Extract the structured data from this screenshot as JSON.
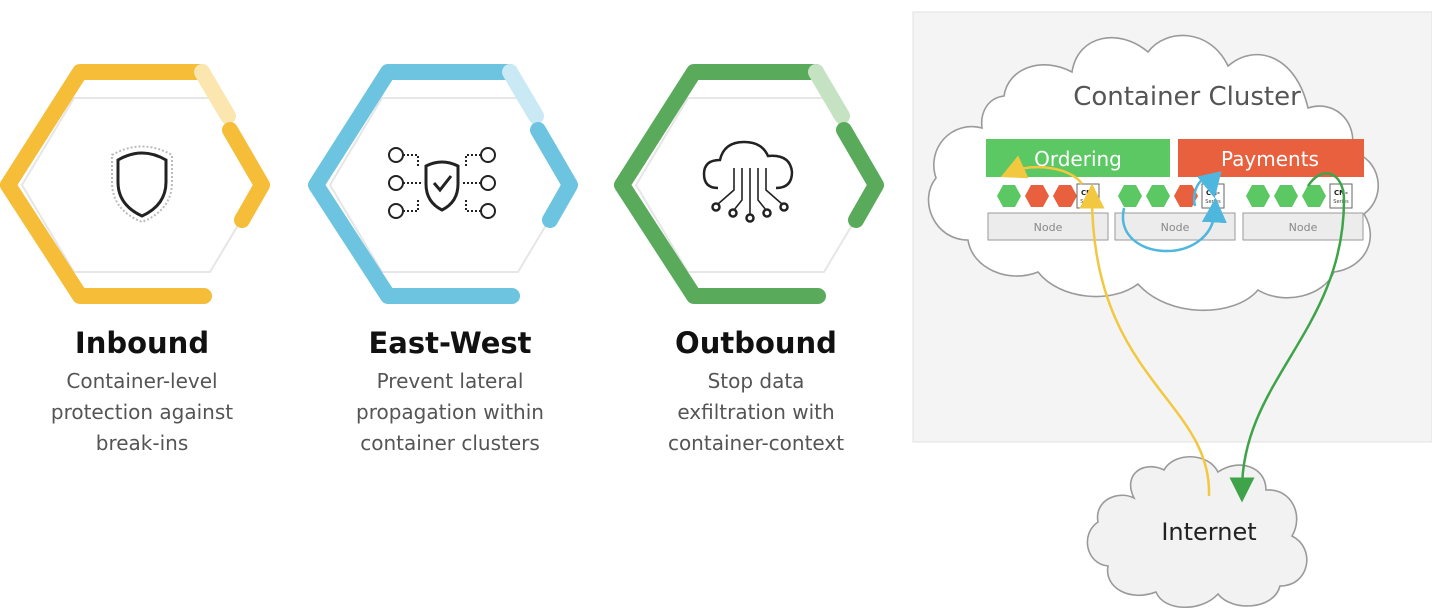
{
  "features": [
    {
      "title": "Inbound",
      "description": [
        "Container-level",
        "protection against",
        "break-ins"
      ],
      "color": "#f5bd38",
      "light": "#fbe6b0",
      "icon": "shield-icon"
    },
    {
      "title": "East-West",
      "description": [
        "Prevent lateral",
        "propagation within",
        "container clusters"
      ],
      "color": "#6cc4e0",
      "light": "#c9e9f4",
      "icon": "network-shield-icon"
    },
    {
      "title": "Outbound",
      "description": [
        "Stop data",
        "exfiltration with",
        "container-context"
      ],
      "color": "#5aaa5c",
      "light": "#c5e3c3",
      "icon": "cloud-data-icon"
    }
  ],
  "diagram": {
    "cluster_title": "Container Cluster",
    "apps": [
      {
        "label": "Ordering",
        "color": "#5cc863"
      },
      {
        "label": "Payments",
        "color": "#e8603e"
      }
    ],
    "node_label": "Node",
    "badge_line1": "CN-",
    "badge_line2": "Series",
    "internet_label": "Internet",
    "colors": {
      "inbound": "#f2c840",
      "eastwest": "#4fb6de",
      "outbound": "#3fa34a",
      "pod_green": "#5cc863",
      "pod_red": "#e8603e",
      "panel_bg": "#f4f4f4"
    }
  }
}
